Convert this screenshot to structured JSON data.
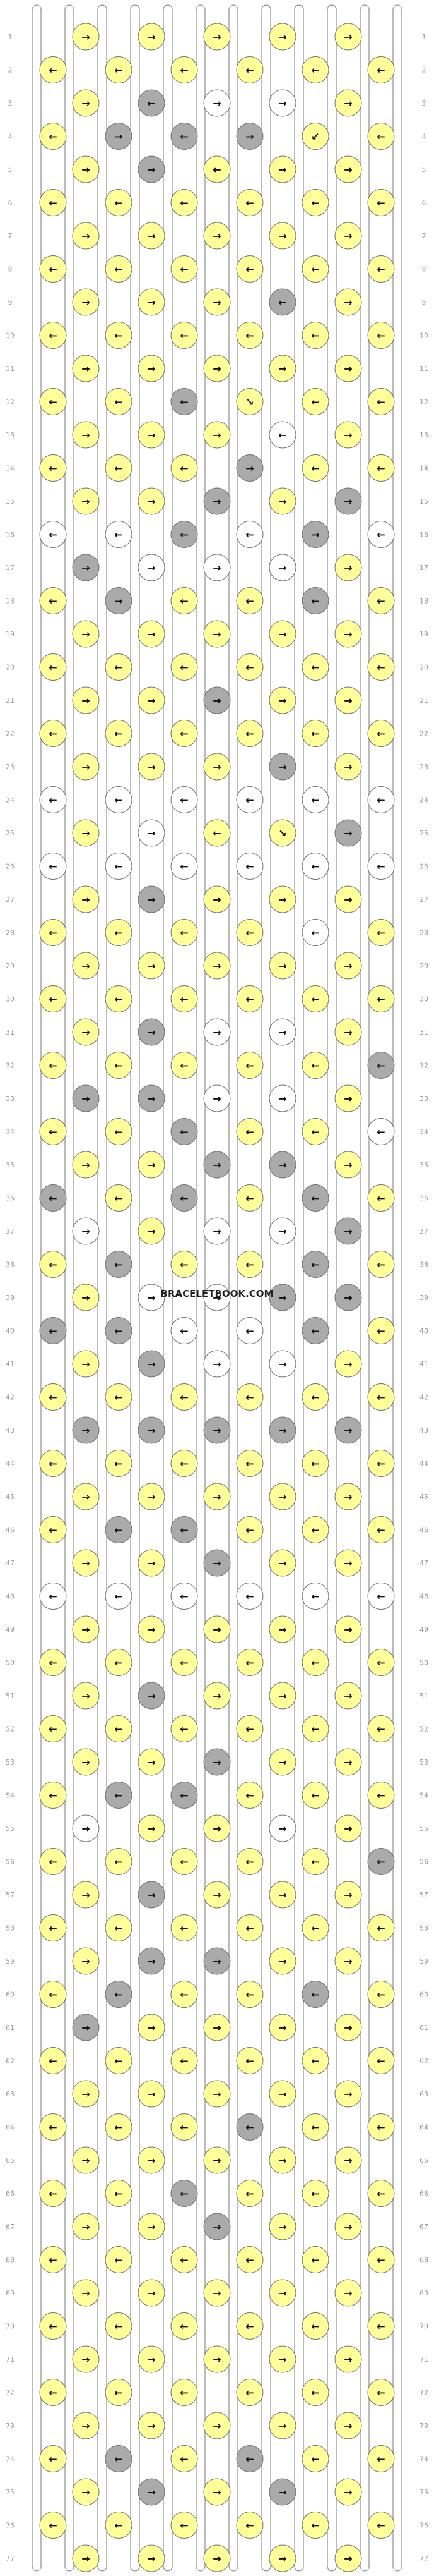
{
  "site": {
    "watermark": "BRACELETBOOK.COM"
  },
  "pattern": {
    "rows": 77,
    "knots_per_row": [
      5,
      6
    ],
    "colors": {
      "A": "#ffff99",
      "B": "#ffffff",
      "C": "#aaaaaa"
    },
    "background": "#ffffff",
    "strand_outline": "#777777",
    "knot_outline": "#6f6f6f",
    "arrow_color": "#111111",
    "knot_types": {
      "f": "→",
      "b": "←",
      "fb": "↘",
      "bf": "↙"
    },
    "rows_knots": [
      [
        "A:f",
        "A:f",
        "A:f",
        "A:f",
        "A:f"
      ],
      [
        "A:b",
        "A:b",
        "A:b",
        "A:b",
        "A:b",
        "A:b"
      ],
      [
        "A:f",
        "C:b",
        "B:f",
        "B:f",
        "A:f"
      ],
      [
        "A:b",
        "C:f",
        "C:b",
        "C:f",
        "A:bf",
        "A:b"
      ],
      [
        "A:f",
        "C:f",
        "A:b",
        "A:f",
        "A:f"
      ],
      [
        "A:b",
        "A:b",
        "A:b",
        "A:b",
        "A:b",
        "A:b"
      ],
      [
        "A:f",
        "A:f",
        "A:f",
        "A:f",
        "A:f"
      ],
      [
        "A:b",
        "A:b",
        "A:b",
        "A:b",
        "A:b",
        "A:b"
      ],
      [
        "A:f",
        "A:f",
        "A:f",
        "C:b",
        "A:f"
      ],
      [
        "A:b",
        "A:b",
        "A:b",
        "A:b",
        "A:b",
        "A:b"
      ],
      [
        "A:f",
        "A:f",
        "A:f",
        "A:f",
        "A:f"
      ],
      [
        "A:b",
        "A:b",
        "C:b",
        "A:fb",
        "A:b",
        "A:b"
      ],
      [
        "A:f",
        "A:f",
        "A:f",
        "B:b",
        "A:f"
      ],
      [
        "A:b",
        "A:b",
        "A:b",
        "C:f",
        "A:b",
        "A:b"
      ],
      [
        "A:f",
        "A:f",
        "C:f",
        "A:f",
        "C:f"
      ],
      [
        "B:b",
        "B:b",
        "C:b",
        "B:b",
        "C:f",
        "B:b"
      ],
      [
        "C:f",
        "B:f",
        "B:f",
        "B:f",
        "A:f"
      ],
      [
        "A:b",
        "C:f",
        "A:b",
        "A:b",
        "C:b",
        "A:b"
      ],
      [
        "A:f",
        "A:f",
        "A:f",
        "A:f",
        "A:f"
      ],
      [
        "A:b",
        "A:b",
        "A:b",
        "A:b",
        "A:b",
        "A:b"
      ],
      [
        "A:f",
        "A:f",
        "C:f",
        "A:f",
        "A:f"
      ],
      [
        "A:b",
        "A:b",
        "A:b",
        "A:b",
        "A:b",
        "A:b"
      ],
      [
        "A:f",
        "A:f",
        "A:f",
        "C:f",
        "A:f"
      ],
      [
        "B:b",
        "B:b",
        "B:b",
        "B:b",
        "B:b",
        "B:b"
      ],
      [
        "A:f",
        "B:f",
        "A:b",
        "A:fb",
        "C:f"
      ],
      [
        "B:b",
        "B:b",
        "B:b",
        "B:b",
        "B:b",
        "B:b"
      ],
      [
        "A:f",
        "C:f",
        "A:f",
        "A:f",
        "A:f"
      ],
      [
        "A:b",
        "A:b",
        "A:b",
        "A:b",
        "B:b",
        "A:b"
      ],
      [
        "A:f",
        "A:f",
        "A:f",
        "A:f",
        "A:f"
      ],
      [
        "A:b",
        "A:b",
        "A:b",
        "A:b",
        "A:b",
        "A:b"
      ],
      [
        "A:f",
        "C:f",
        "B:f",
        "B:f",
        "A:f"
      ],
      [
        "A:b",
        "A:b",
        "A:b",
        "A:b",
        "A:b",
        "C:b"
      ],
      [
        "C:f",
        "C:f",
        "B:f",
        "B:f",
        "A:f"
      ],
      [
        "A:b",
        "A:b",
        "C:b",
        "A:b",
        "A:b",
        "B:b"
      ],
      [
        "A:f",
        "A:f",
        "C:f",
        "C:f",
        "A:f"
      ],
      [
        "C:b",
        "A:b",
        "C:b",
        "A:b",
        "C:b",
        "A:b"
      ],
      [
        "B:f",
        "A:f",
        "B:f",
        "B:f",
        "C:f"
      ],
      [
        "A:b",
        "C:b",
        "A:b",
        "A:b",
        "C:b",
        "A:b"
      ],
      [
        "A:f",
        "B:f",
        "B:f",
        "C:f",
        "C:f"
      ],
      [
        "C:b",
        "C:b",
        "B:b",
        "B:b",
        "C:b",
        "A:b"
      ],
      [
        "A:f",
        "C:f",
        "B:f",
        "B:f",
        "A:f"
      ],
      [
        "A:b",
        "A:b",
        "A:b",
        "A:b",
        "A:b",
        "A:b"
      ],
      [
        "C:f",
        "C:f",
        "C:f",
        "C:f",
        "C:f"
      ],
      [
        "A:b",
        "A:b",
        "A:b",
        "A:b",
        "A:b",
        "A:b"
      ],
      [
        "A:f",
        "A:f",
        "A:f",
        "A:f",
        "A:f"
      ],
      [
        "A:b",
        "C:b",
        "C:b",
        "A:b",
        "A:b",
        "A:b"
      ],
      [
        "A:f",
        "A:f",
        "C:f",
        "A:f",
        "A:f"
      ],
      [
        "B:b",
        "B:b",
        "B:b",
        "B:b",
        "B:b",
        "B:b"
      ],
      [
        "A:f",
        "A:f",
        "A:f",
        "A:f",
        "A:f"
      ],
      [
        "A:b",
        "A:b",
        "A:b",
        "A:b",
        "A:b",
        "A:b"
      ],
      [
        "A:f",
        "C:f",
        "A:f",
        "A:f",
        "A:f"
      ],
      [
        "A:b",
        "A:b",
        "A:b",
        "A:b",
        "A:b",
        "A:b"
      ],
      [
        "A:f",
        "A:f",
        "C:f",
        "A:f",
        "A:f"
      ],
      [
        "A:b",
        "C:b",
        "C:b",
        "A:b",
        "A:b",
        "A:b"
      ],
      [
        "B:f",
        "A:f",
        "A:f",
        "B:f",
        "A:f"
      ],
      [
        "A:b",
        "A:b",
        "A:b",
        "A:b",
        "A:b",
        "C:b"
      ],
      [
        "A:f",
        "C:f",
        "A:f",
        "A:f",
        "A:f"
      ],
      [
        "A:b",
        "A:b",
        "A:b",
        "A:b",
        "A:b",
        "A:b"
      ],
      [
        "A:f",
        "C:f",
        "C:f",
        "A:f",
        "A:f"
      ],
      [
        "A:b",
        "C:b",
        "A:b",
        "A:b",
        "C:b",
        "A:b"
      ],
      [
        "C:f",
        "A:f",
        "A:f",
        "A:f",
        "A:f"
      ],
      [
        "A:b",
        "A:b",
        "A:b",
        "A:b",
        "A:b",
        "A:b"
      ],
      [
        "A:f",
        "A:f",
        "A:f",
        "A:f",
        "A:f"
      ],
      [
        "A:b",
        "A:b",
        "A:b",
        "C:b",
        "A:b",
        "A:b"
      ],
      [
        "A:f",
        "A:f",
        "A:f",
        "A:f",
        "A:f"
      ],
      [
        "A:b",
        "A:b",
        "C:b",
        "A:b",
        "A:b",
        "A:b"
      ],
      [
        "A:f",
        "A:f",
        "C:f",
        "A:f",
        "A:f"
      ],
      [
        "A:b",
        "A:b",
        "A:b",
        "A:b",
        "A:b",
        "A:b"
      ],
      [
        "A:f",
        "A:f",
        "A:f",
        "A:f",
        "A:f"
      ],
      [
        "A:b",
        "A:b",
        "A:b",
        "A:b",
        "A:b",
        "A:b"
      ],
      [
        "A:f",
        "A:f",
        "A:f",
        "A:f",
        "A:f"
      ],
      [
        "A:b",
        "A:b",
        "A:b",
        "A:b",
        "A:b",
        "A:b"
      ],
      [
        "A:f",
        "A:f",
        "A:f",
        "A:f",
        "A:f"
      ],
      [
        "A:b",
        "C:b",
        "A:b",
        "C:b",
        "A:b",
        "A:b"
      ],
      [
        "A:f",
        "C:f",
        "A:f",
        "C:f",
        "A:f"
      ],
      [
        "A:b",
        "A:b",
        "A:b",
        "A:b",
        "A:b",
        "A:b"
      ],
      [
        "A:f",
        "A:f",
        "A:f",
        "A:f",
        "A:f"
      ]
    ]
  }
}
